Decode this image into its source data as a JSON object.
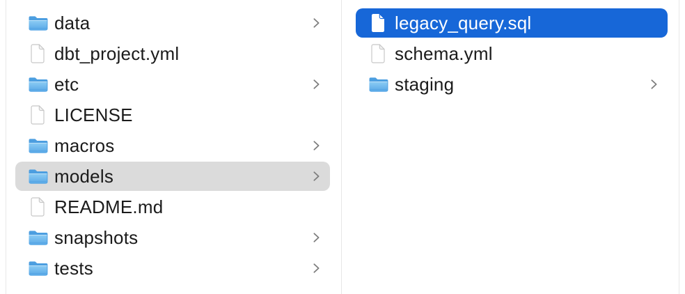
{
  "app": "finder-column-browser",
  "colors": {
    "selection_blue": "#1767D8",
    "selection_gray": "#DBDBDB",
    "divider": "#E7E7E7",
    "text": "#1B1B1B",
    "text_selected": "#FFFFFF",
    "chevron": "#7D7D7D",
    "folder_back": "#4C9EE0",
    "folder_front_top": "#8ECDF5",
    "folder_front_bottom": "#55A6E6"
  },
  "columns": [
    {
      "name": "column-1",
      "items": [
        {
          "label": "data",
          "type": "folder",
          "chevron": true,
          "selected": "none"
        },
        {
          "label": "dbt_project.yml",
          "type": "file",
          "chevron": false,
          "selected": "none"
        },
        {
          "label": "etc",
          "type": "folder",
          "chevron": true,
          "selected": "none"
        },
        {
          "label": "LICENSE",
          "type": "file",
          "chevron": false,
          "selected": "none"
        },
        {
          "label": "macros",
          "type": "folder",
          "chevron": true,
          "selected": "none"
        },
        {
          "label": "models",
          "type": "folder",
          "chevron": true,
          "selected": "gray"
        },
        {
          "label": "README.md",
          "type": "file",
          "chevron": false,
          "selected": "none"
        },
        {
          "label": "snapshots",
          "type": "folder",
          "chevron": true,
          "selected": "none"
        },
        {
          "label": "tests",
          "type": "folder",
          "chevron": true,
          "selected": "none"
        }
      ]
    },
    {
      "name": "column-2",
      "items": [
        {
          "label": "legacy_query.sql",
          "type": "file",
          "chevron": false,
          "selected": "blue"
        },
        {
          "label": "schema.yml",
          "type": "file",
          "chevron": false,
          "selected": "none"
        },
        {
          "label": "staging",
          "type": "folder",
          "chevron": true,
          "selected": "none"
        }
      ]
    }
  ]
}
